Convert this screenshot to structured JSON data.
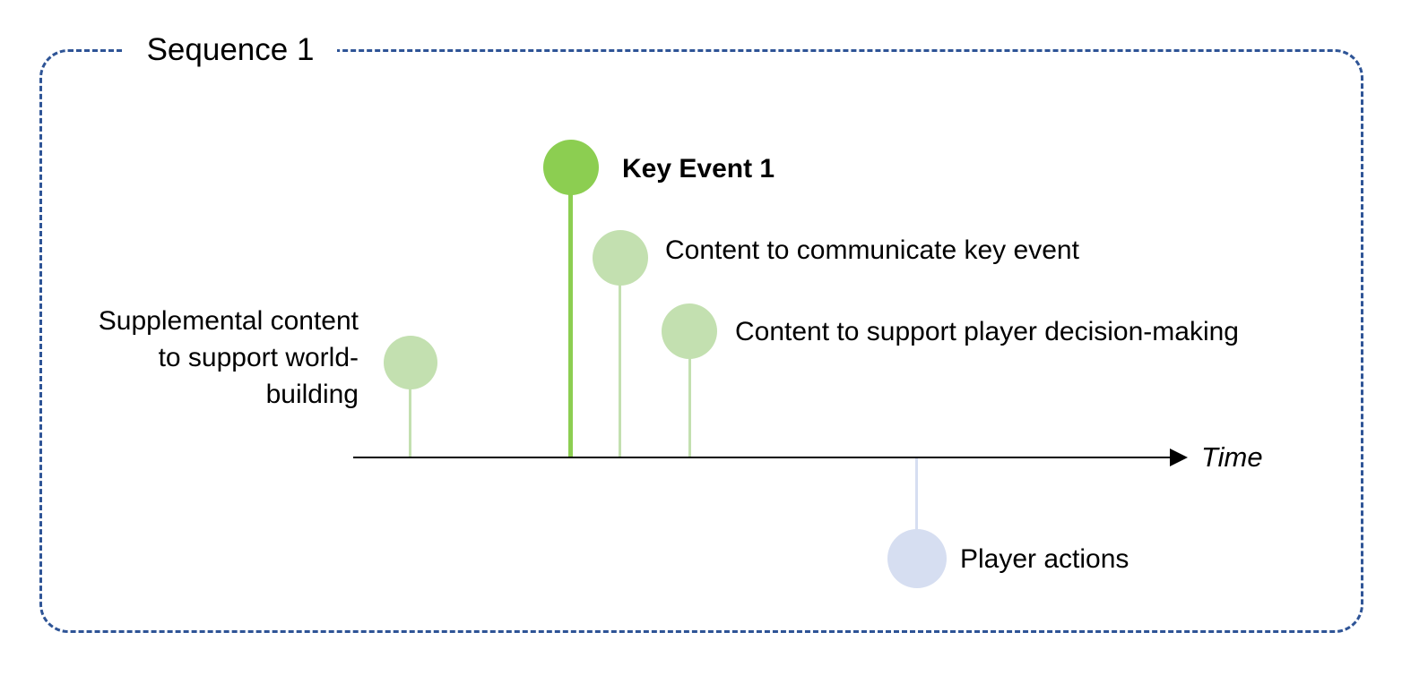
{
  "diagram": {
    "title": "Sequence 1",
    "axis": {
      "label": "Time",
      "arrow_icon": "arrow-right-icon"
    },
    "nodes": [
      {
        "id": "supplemental-content",
        "label": "Supplemental content to support world-building",
        "label_lines": [
          "Supplemental",
          "content to support",
          "world-building"
        ],
        "color": "#C3E0B0",
        "kind": "supporting-content",
        "side": "above-axis",
        "label_position": "left"
      },
      {
        "id": "key-event-1",
        "label": "Key Event 1",
        "color": "#8CCE51",
        "kind": "key-event",
        "side": "above-axis",
        "label_position": "right",
        "emphasis": "bold"
      },
      {
        "id": "communicate-key-event",
        "label": "Content to communicate key event",
        "color": "#C3E0B0",
        "kind": "supporting-content",
        "side": "above-axis",
        "label_position": "right"
      },
      {
        "id": "support-decision-making",
        "label": "Content to support player decision-making",
        "color": "#C3E0B0",
        "kind": "supporting-content",
        "side": "above-axis",
        "label_position": "right"
      },
      {
        "id": "player-actions",
        "label": "Player actions",
        "color": "#D6DEF1",
        "kind": "player-action",
        "side": "below-axis",
        "label_position": "right"
      }
    ],
    "colors": {
      "border": "#2E5496",
      "key_event": "#8CCE51",
      "content": "#C3E0B0",
      "player_action": "#D6DEF1",
      "axis": "#000000"
    }
  }
}
